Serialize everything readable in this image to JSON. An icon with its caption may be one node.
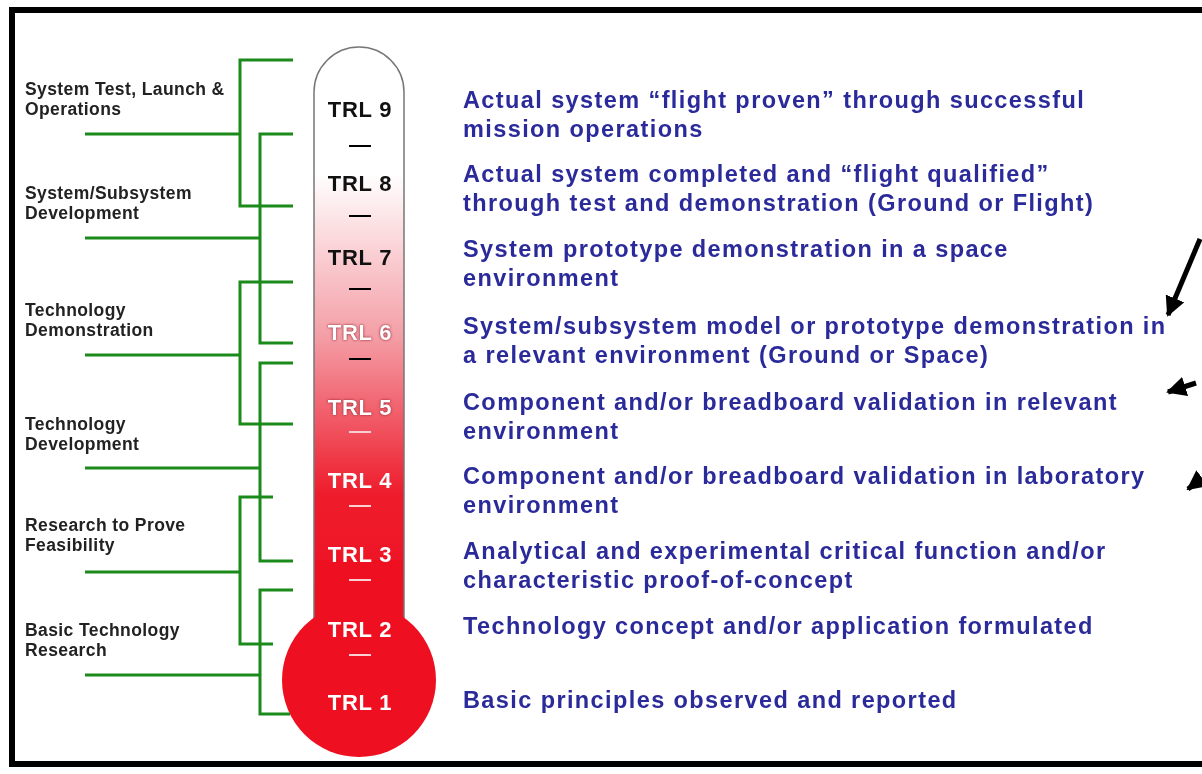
{
  "diagram": {
    "nodes": [
      {
        "text": [
          "Actual system “flight proven” through successful mission operations"
        ]
      },
      {
        "text": [
          "Actual system completed and “flight qualified” through test and demonstration (Ground or Flight)"
        ]
      },
      {
        "text": [
          "System prototype demonstration in a space environment"
        ]
      },
      {
        "text": [
          "System/subsystem model or prototype demonstration in a relevant environment (Ground or Space)"
        ]
      },
      {
        "text": [
          "Component and/or breadboard validation in relevant environment"
        ]
      },
      {
        "text": [
          "Component and/or breadboard validation in laboratory environment"
        ]
      },
      {
        "text": [
          "Analytical and experimental critical function and/or characteristic proof-of-concept"
        ]
      },
      {
        "text": [
          "Technology concept and/or application formulated"
        ]
      },
      {
        "text": [
          "Basic principles observed and reported"
        ]
      }
    ],
    "edges": [
      {
        "from": null,
        "to": 3,
        "arrow": "to"
      },
      {
        "from": null,
        "to": 4,
        "arrow": "to"
      },
      {
        "from": null,
        "to": 5,
        "arrow": "to"
      }
    ],
    "labels": [
      "System Test, Launch & Operations",
      "System/Subsystem Development",
      "Technology Demonstration",
      "Technology Development",
      "Research to Prove Feasibility",
      "Basic Technology Research",
      "TRL 9",
      "TRL 8",
      "TRL 7",
      "TRL 6",
      "TRL 5",
      "TRL 4",
      "TRL 3",
      "TRL 2",
      "TRL 1"
    ]
  }
}
